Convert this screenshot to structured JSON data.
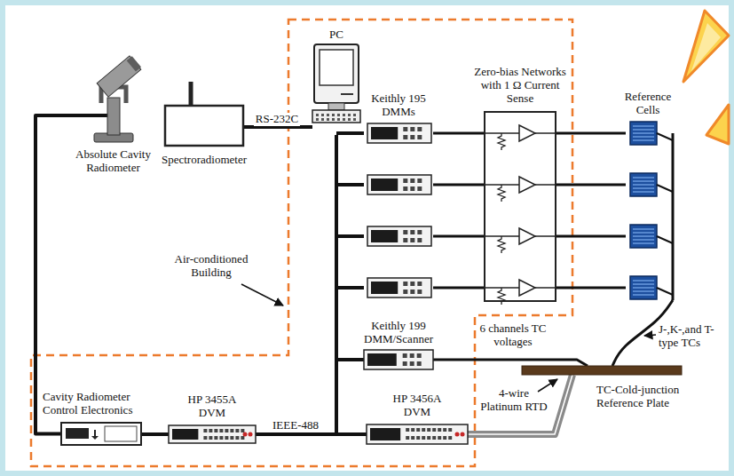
{
  "diagram": {
    "nodes": [
      {
        "text": [
          "Absolute Cavity Radiometer"
        ]
      },
      {
        "text": [
          "Spectroradiometer"
        ]
      },
      {
        "text": [
          "PC"
        ]
      },
      {
        "text": [
          "Keithly 195 DMMs"
        ]
      },
      {
        "text": [
          "Zero-bias Networks with 1 Ω Current Sense"
        ]
      },
      {
        "text": [
          "Reference Cells"
        ]
      },
      {
        "text": [
          "Keithly 199 DMM/Scanner"
        ]
      },
      {
        "text": [
          "Cavity Radiometer Control Electronics"
        ]
      },
      {
        "text": [
          "HP 3455A DVM"
        ]
      },
      {
        "text": [
          "HP 3456A DVM"
        ]
      },
      {
        "text": [
          "TC-Cold-junction Reference Plate"
        ]
      }
    ],
    "edges": [
      {
        "from": 0,
        "to": 7,
        "arrow": "none"
      },
      {
        "from": 1,
        "to": 2,
        "label": "RS-232C",
        "arrow": "none"
      },
      {
        "from": 2,
        "to": 3,
        "arrow": "none"
      },
      {
        "from": 2,
        "to": 6,
        "arrow": "none"
      },
      {
        "from": 2,
        "to": 9,
        "arrow": "none"
      },
      {
        "from": 8,
        "to": 2,
        "label": "IEEE-488",
        "arrow": "none"
      },
      {
        "from": 7,
        "to": 8,
        "arrow": "none"
      },
      {
        "from": 3,
        "to": 4,
        "arrow": "none"
      },
      {
        "from": 3,
        "to": 4,
        "arrow": "none"
      },
      {
        "from": 3,
        "to": 4,
        "arrow": "none"
      },
      {
        "from": 3,
        "to": 4,
        "arrow": "none"
      },
      {
        "from": 4,
        "to": 5,
        "arrow": "none"
      },
      {
        "from": 4,
        "to": 5,
        "arrow": "none"
      },
      {
        "from": 4,
        "to": 5,
        "arrow": "none"
      },
      {
        "from": 4,
        "to": 5,
        "arrow": "none"
      },
      {
        "from": 6,
        "to": 10,
        "label": "6 channels TC voltages",
        "arrow": "none"
      },
      {
        "from": 9,
        "to": 10,
        "arrow": "none"
      },
      {
        "from": 5,
        "to": 10,
        "arrow": "none"
      }
    ],
    "labels": [
      "Air-conditioned Building",
      "4-wire Platinum RTD",
      "J-,K-,and T-type TCs"
    ]
  }
}
